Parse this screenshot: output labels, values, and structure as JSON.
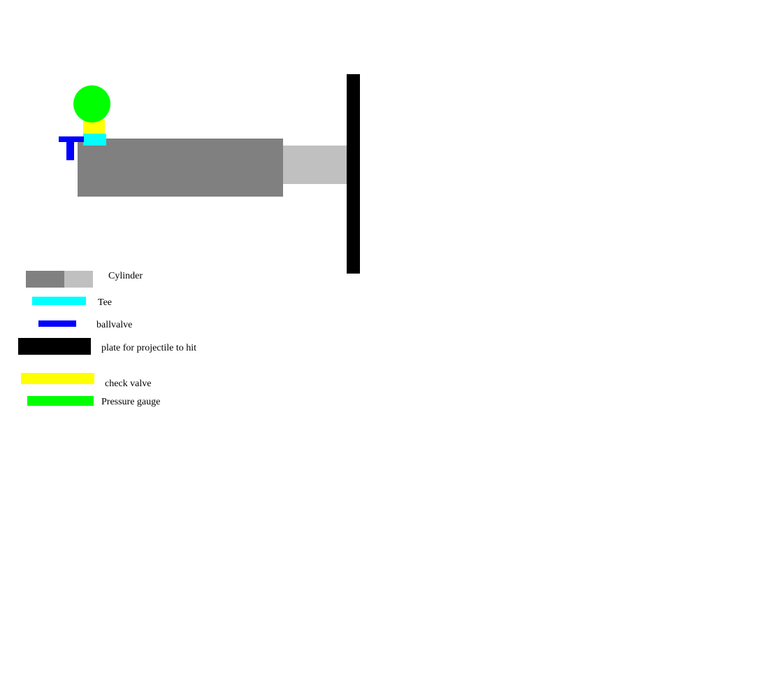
{
  "colors": {
    "cylinder_body": "#808080",
    "cylinder_rod": "#c0c0c0",
    "tee": "#00ffff",
    "ballvalve": "#0000ff",
    "plate": "#000000",
    "check_valve": "#ffff00",
    "pressure_gauge": "#00ff00"
  },
  "legend": {
    "cylinder": "Cylinder",
    "tee": "Tee",
    "ballvalve": "ballvalve",
    "plate": "plate for projectile to hit",
    "check_valve": "check valve",
    "pressure_gauge": "Pressure gauge"
  }
}
